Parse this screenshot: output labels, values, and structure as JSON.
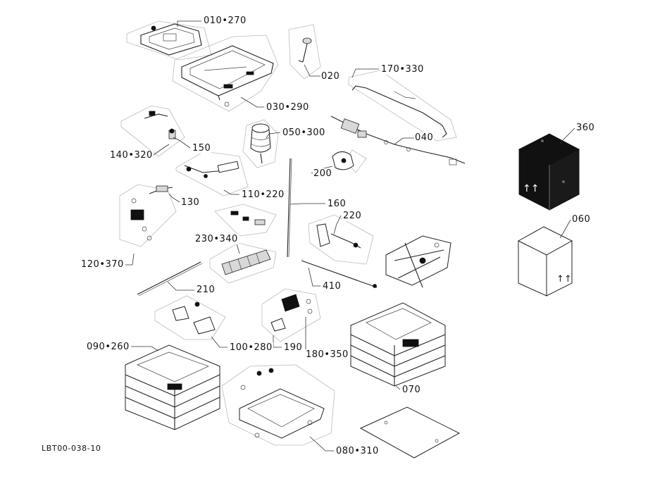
{
  "drawing_code": "LBT00-038-10",
  "callouts": [
    {
      "id": "010_270",
      "text": "010•270"
    },
    {
      "id": "020",
      "text": "020"
    },
    {
      "id": "030_290",
      "text": "030•290"
    },
    {
      "id": "170_330",
      "text": "170•330"
    },
    {
      "id": "040",
      "text": "040"
    },
    {
      "id": "050_300",
      "text": "050•300"
    },
    {
      "id": "150",
      "text": "150"
    },
    {
      "id": "140_320",
      "text": "140•320"
    },
    {
      "id": "200",
      "text": "200"
    },
    {
      "id": "110_220",
      "text": "110•220"
    },
    {
      "id": "130",
      "text": "130"
    },
    {
      "id": "160",
      "text": "160"
    },
    {
      "id": "220",
      "text": "220"
    },
    {
      "id": "230_340",
      "text": "230•340"
    },
    {
      "id": "120_370",
      "text": "120•370"
    },
    {
      "id": "210",
      "text": "210"
    },
    {
      "id": "410",
      "text": "410"
    },
    {
      "id": "100_280",
      "text": "100•280"
    },
    {
      "id": "190",
      "text": "190"
    },
    {
      "id": "180_350",
      "text": "180•350"
    },
    {
      "id": "090_260",
      "text": "090•260"
    },
    {
      "id": "070",
      "text": "070"
    },
    {
      "id": "080_310",
      "text": "080•310"
    },
    {
      "id": "360",
      "text": "360"
    },
    {
      "id": "060",
      "text": "060"
    }
  ]
}
